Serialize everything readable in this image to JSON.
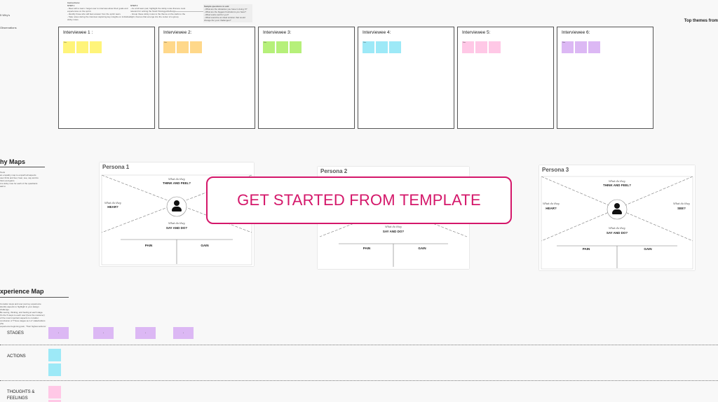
{
  "instructions": {
    "col1": [
      "Instructions:",
      "STEP 1",
      "- Meet with a team / target user to interview about their goals and",
      "experiences on the sprint.",
      "- Identify those who will best answer from the sprint team.",
      "- Take notes during the interview capturing key insights on individual",
      "sticky notes."
    ],
    "col2": [
      "STEP 2",
      "- As a full team pair, highlight the sticky notes that are most",
      "relevant for solving the Stuck Strategy Challenge.",
      "- Group these sticky notes to the theme on the cards to the",
      "right, themes that emerge into the center of a group."
    ],
    "col3": [
      "Sample questions to ask:",
      "- What are the obstacles you have in doing X?",
      "- What are the biggest frustrations you have?",
      "- What works well for you?",
      "- What would be an ideal solution that would",
      "change the your challenges?"
    ]
  },
  "left_labels": [
    "5 Why's",
    "Observations"
  ],
  "top_themes": "Top themes from",
  "interviewees": [
    {
      "title": "Interviewee 1 :",
      "color": "#fff47a"
    },
    {
      "title": "Interviewee 2:",
      "color": "#ffd88a"
    },
    {
      "title": "Interviewee 3:",
      "color": "#b6f07a"
    },
    {
      "title": "Interviewee 4:",
      "color": "#9de9f7"
    },
    {
      "title": "Interviewee 5:",
      "color": "#ffc8e6"
    },
    {
      "title": "Interviewee 6:",
      "color": "#dcb8f4"
    }
  ],
  "empathy": {
    "title": "hy Maps",
    "desc": [
      "Tools",
      "an empathy map to empath all aspects",
      "user think and feel, hear, see, say and do",
      "thors and gains",
      "d a sticky note for each of the quadrants",
      "ask to"
    ]
  },
  "personas": [
    {
      "title": "Persona 1"
    },
    {
      "title": "Persona 2"
    },
    {
      "title": "Persona 3"
    }
  ],
  "persona_labels": {
    "think_script": "What do they",
    "think": "THINK AND FEEL?",
    "hear_script": "What do they",
    "hear": "HEAR?",
    "see_script": "What do they",
    "see": "SEE?",
    "say_script": "What do they",
    "say": "SAY AND DO?",
    "pain": "PAIN",
    "gain": "GAIN"
  },
  "cta": "GET STARTED FROM TEMPLATE",
  "journey": {
    "title": "xperience Map",
    "desc": [
      "Consider steps and user journey experience",
      "identify aspects to highlight in your design challenge.",
      "Be seeing, thinking, and feeling at each stage.",
      "It's the 5 steps to each user (here the customer)",
      "of the most important aspects to consider.",
      "conclusion of 'Those stages as 1-2' stakeholders (the",
      "experience beginning pain, 'Their highest actions'"
    ]
  },
  "rows": [
    "STAGES",
    "ACTIONS",
    "THOUGHTS &",
    "FEELINGS"
  ],
  "colors": {
    "accent": "#d4176a",
    "stage": "#dcb8f4",
    "action": "#9de9f7",
    "thought": "#ffc8e6"
  }
}
